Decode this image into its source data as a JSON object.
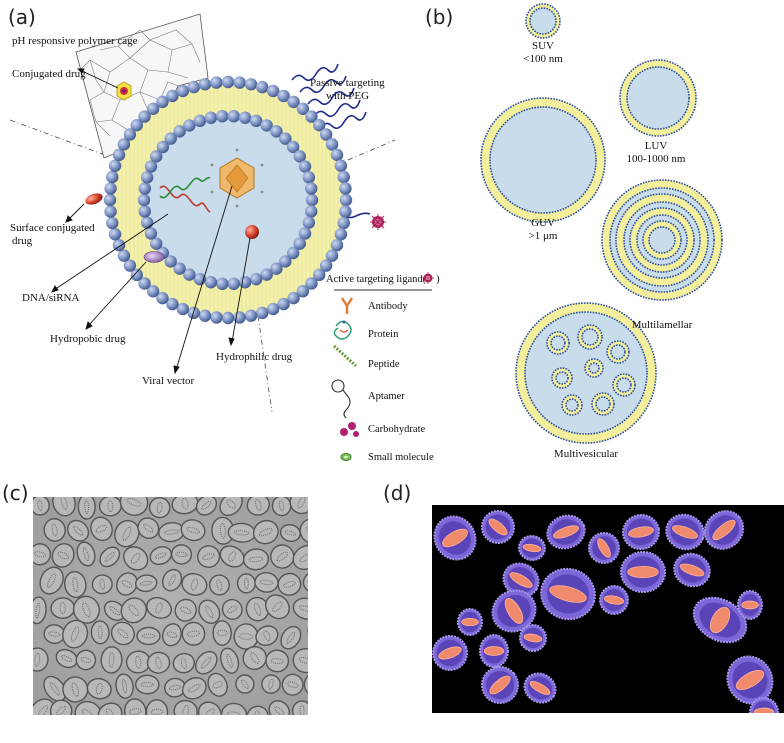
{
  "panels": {
    "a": "(a)",
    "b": "(b)",
    "c": "(c)",
    "d": "(d)"
  },
  "panel_a": {
    "cage_label": "pH responsive polymer cage",
    "conjugated_drug": "Conjugated drug",
    "passive_targeting_1": "Passive targeting",
    "passive_targeting_2": "with PEG",
    "surface_drug_1": "Surface conjugated",
    "surface_drug_2": "drug",
    "dna": "DNA/siRNA",
    "hydrophobic": "Hydropobic drug",
    "viral": "Viral vector",
    "hydrophilic": "Hydrophilic drug",
    "ligand_title": "Active targeting ligand(",
    "ligand_close": ")",
    "ligands": [
      {
        "label": "Antibody",
        "icon": "antibody-icon"
      },
      {
        "label": "Protein",
        "icon": "protein-icon"
      },
      {
        "label": "Peptide",
        "icon": "peptide-icon"
      },
      {
        "label": "Aptamer",
        "icon": "aptamer-icon"
      },
      {
        "label": "Carbohydrate",
        "icon": "carbohydrate-icon"
      },
      {
        "label": "Small molecule",
        "icon": "small-molecule-icon"
      }
    ]
  },
  "panel_b": {
    "suv": "SUV",
    "suv_size": "<100 nm",
    "luv": "LUV",
    "luv_size": "100-1000 nm",
    "guv": "GUV",
    "guv_size": ">1 μm",
    "multilamellar": "Multilamellar",
    "multivesicular": "Multivesicular"
  },
  "colors": {
    "bilayer_yellow": "#f3f0a6",
    "lumen_blue": "#c9dcec",
    "bead_blue": "#6f88b8",
    "peg_navy": "#1f2a8a",
    "micrograph_gray": "#a8a8a8",
    "render_purple": "#7c66d8",
    "render_salmon": "#f08a6c"
  }
}
